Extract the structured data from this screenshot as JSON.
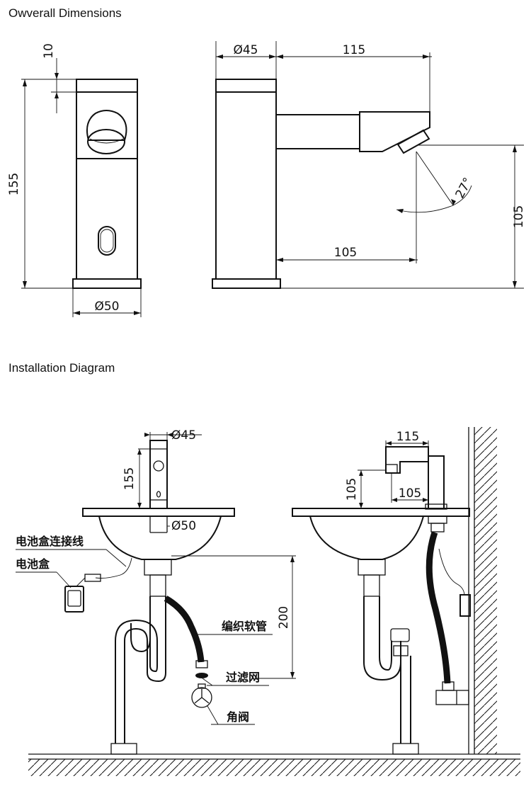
{
  "sections": {
    "overall_title": "Owverall Dimensions",
    "install_title": "Installation Diagram"
  },
  "overall": {
    "height": "155",
    "top_band": "10",
    "base_diameter": "Ø50",
    "body_diameter": "Ø45",
    "spout_length": "115",
    "spout_reach": "105",
    "spout_height": "105",
    "sensor_angle": "27°"
  },
  "install": {
    "body_diameter": "Ø45",
    "height": "155",
    "base_diameter": "Ø50",
    "spout_length": "115",
    "spout_height": "105",
    "spout_reach": "105",
    "hose_depth": "200",
    "labels": {
      "battery_box_cable": "电池盒连接线",
      "battery_box": "电池盒",
      "braided_hose": "编织软管",
      "filter": "过滤网",
      "angle_valve": "角阀"
    }
  }
}
